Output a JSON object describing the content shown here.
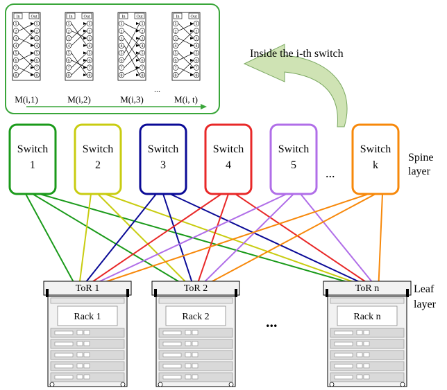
{
  "inside_label": "Inside the i-th switch",
  "matrix": {
    "in_label": "In",
    "out_label": "Out",
    "port_numbers": [
      "1",
      "2",
      "3",
      "4",
      "5",
      "6",
      "7",
      "8"
    ],
    "stages": [
      {
        "name": "M(i,1)",
        "perm": [
          3,
          1,
          4,
          2,
          7,
          5,
          8,
          6
        ]
      },
      {
        "name": "M(i,2)",
        "perm": [
          4,
          3,
          1,
          2,
          8,
          7,
          5,
          6
        ]
      },
      {
        "name": "M(i,3)",
        "perm": [
          2,
          4,
          6,
          8,
          1,
          3,
          5,
          7
        ]
      },
      {
        "name": "M(i, t)",
        "perm": [
          3,
          1,
          4,
          2,
          7,
          5,
          8,
          6
        ]
      }
    ],
    "ellipsis": "..."
  },
  "switches": [
    {
      "title": "Switch",
      "index": "1",
      "color": "#1a9a1a"
    },
    {
      "title": "Switch",
      "index": "2",
      "color": "#c8cc10"
    },
    {
      "title": "Switch",
      "index": "3",
      "color": "#0a0a96"
    },
    {
      "title": "Switch",
      "index": "4",
      "color": "#e82828"
    },
    {
      "title": "Switch",
      "index": "5",
      "color": "#b06ee8"
    },
    {
      "title": "Switch",
      "index": "k",
      "color": "#f7880a"
    }
  ],
  "switch_ellipsis": "...",
  "spine_label": [
    "Spine",
    "layer"
  ],
  "leaf_label": [
    "Leaf",
    "layer"
  ],
  "tors": [
    {
      "label": "ToR 1",
      "rack": "Rack 1"
    },
    {
      "label": "ToR 2",
      "rack": "Rack 2"
    },
    {
      "label": "ToR n",
      "rack": "Rack n"
    }
  ],
  "rack_ellipsis": "...",
  "colors": {
    "frame_green": "#3aa63a",
    "arrow_fill": "#cfe3b4",
    "arrow_stroke": "#7aa860",
    "rack_fill": "#f2f2f2",
    "server_fill": "#d9d9d9"
  }
}
